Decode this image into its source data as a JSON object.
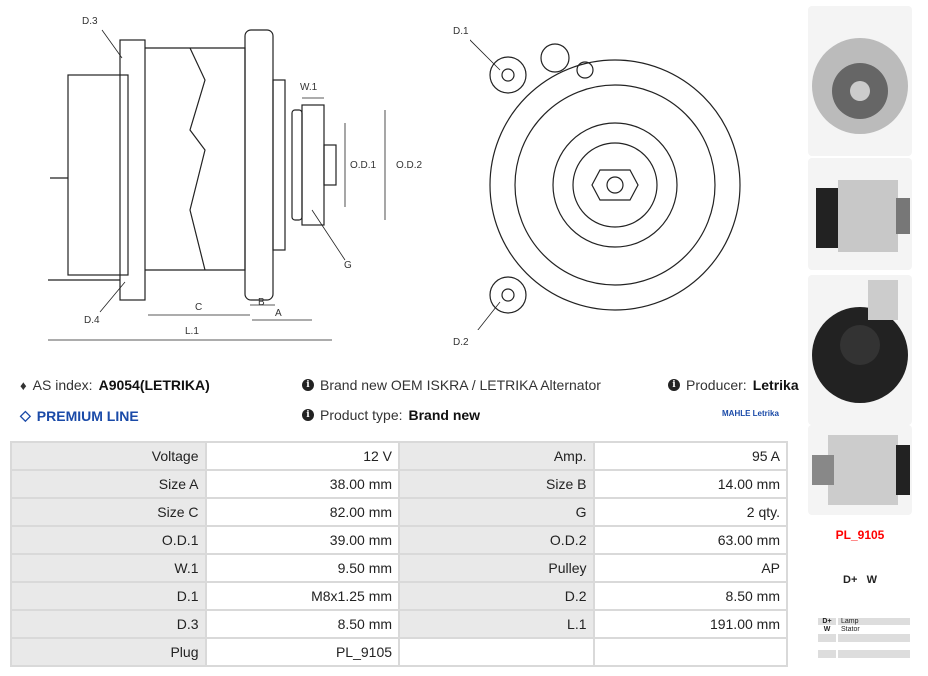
{
  "drawing_side": {
    "labels": {
      "d3": "D.3",
      "w1": "W.1",
      "od1": "O.D.1",
      "od2": "O.D.2",
      "g": "G",
      "d4": "D.4",
      "c": "C",
      "b": "B",
      "a": "A",
      "l1": "L.1"
    }
  },
  "drawing_front": {
    "labels": {
      "d1": "D.1",
      "d2": "D.2"
    }
  },
  "info": {
    "as_index_label": "AS index:",
    "as_index_value": "A9054(LETRIKA)",
    "description": "Brand new OEM ISKRA / LETRIKA Alternator",
    "producer_label": "Producer:",
    "producer_value": "Letrika",
    "premium": "PREMIUM LINE",
    "product_type_label": "Product type:",
    "product_type_value": "Brand new",
    "brand_logo": "MAHLE Letrika",
    "premium_color": "#1a4aa8"
  },
  "specs": [
    {
      "l1": "Voltage",
      "v1": "12 V",
      "l2": "Amp.",
      "v2": "95 A"
    },
    {
      "l1": "Size A",
      "v1": "38.00 mm",
      "l2": "Size B",
      "v2": "14.00 mm"
    },
    {
      "l1": "Size C",
      "v1": "82.00 mm",
      "l2": "G",
      "v2": "2 qty."
    },
    {
      "l1": "O.D.1",
      "v1": "39.00 mm",
      "l2": "O.D.2",
      "v2": "63.00 mm"
    },
    {
      "l1": "W.1",
      "v1": "9.50 mm",
      "l2": "Pulley",
      "v2": "AP"
    },
    {
      "l1": "D.1",
      "v1": "M8x1.25 mm",
      "l2": "D.2",
      "v2": "8.50 mm"
    },
    {
      "l1": "D.3",
      "v1": "8.50 mm",
      "l2": "L.1",
      "v2": "191.00 mm"
    },
    {
      "l1": "Plug",
      "v1": "PL_9105",
      "l2": "",
      "v2": ""
    }
  ],
  "plug": {
    "code": "PL_9105",
    "code_color": "#ff0000",
    "terminals": "D+   W",
    "legend": [
      {
        "t": "D+",
        "d": "Lamp"
      },
      {
        "t": "W",
        "d": "Stator"
      },
      {
        "t": "",
        "d": ""
      },
      {
        "t": "",
        "d": ""
      }
    ]
  }
}
